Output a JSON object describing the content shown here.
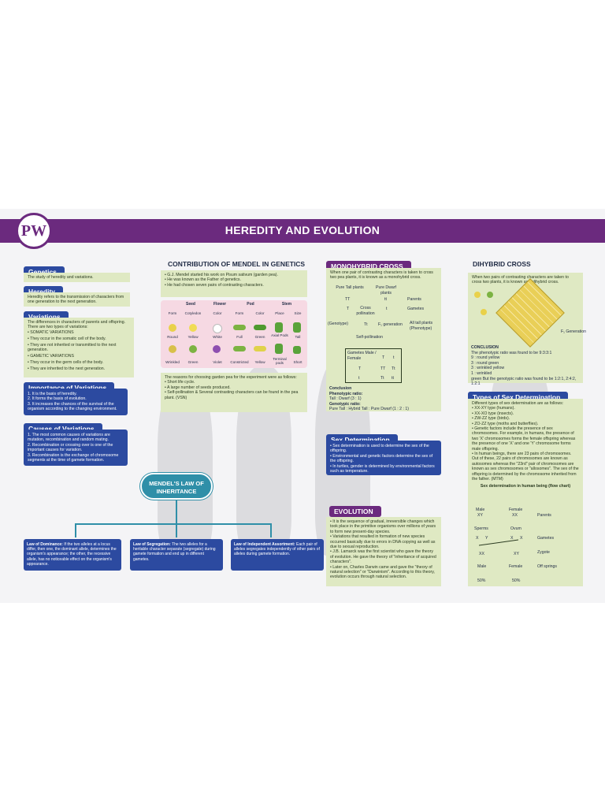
{
  "header": {
    "title": "HEREDITY AND EVOLUTION",
    "logo": "PW"
  },
  "genetics": {
    "label": "Genetics",
    "text": "The study of heredity and variations."
  },
  "heredity": {
    "label": "Heredity",
    "text": "Heredity refers to the transmission of characters from one generation to the next generation."
  },
  "variations": {
    "label": "Variations",
    "text": "The differences in characters of parents and offspring. There are two types of variations:",
    "items": [
      "• SOMATIC VARIATIONS",
      "• They occur in the somatic cell of the body.",
      "• They are not inherited or transmitted to the next generation.",
      "• GAMETIC VARIATIONS",
      "• They occur in the germ cells of the body.",
      "• They are inherited to the next generation."
    ]
  },
  "importance": {
    "label": "Importance of Variations",
    "items": [
      "1. It is the basis of heredity.",
      "2. It forms the basis of evolution.",
      "3. It increases the chances of the survival of the organism according to the changing environment."
    ]
  },
  "causes": {
    "label": "Causes of Variations",
    "items": [
      "1. The most common causes of variations are mutation, recombination and random mating.",
      "2. Recombination or crossing over is one of the important causes for variation.",
      "3. Recombination is the exchange of chromosome segments at the time of gamete formation."
    ]
  },
  "contribution": {
    "title": "CONTRIBUTION OF MENDEL IN GENETICS",
    "items": [
      "• G.J. Mendel started his work on Pisum sativum (garden pea).",
      "• He was known as the Father of genetics.",
      "• He had chosen seven pairs of contrasting characters."
    ]
  },
  "table": {
    "heads": [
      "Seed",
      "Flower",
      "Pod",
      "Stem"
    ],
    "sub": [
      "Form",
      "Cotyledon",
      "Color",
      "Form",
      "Color",
      "Place",
      "Size"
    ],
    "row1": [
      "Round",
      "Yellow",
      "White",
      "Full",
      "Green",
      "Axial Pods",
      "Tall"
    ],
    "row2": [
      "Wrinkled",
      "Green",
      "Violet",
      "Constricted",
      "Yellow",
      "Terminal pods",
      "Short"
    ]
  },
  "reasons": {
    "intro": "The reasons for choosing garden pea for the experiment were as follows:",
    "items": [
      "• Short life cycle.",
      "• A large number of seeds produced.",
      "• Self-pollination & Several contrasting characters can be found in the pea plant. (VSN)"
    ]
  },
  "mendel_law": {
    "title": "MENDEL'S LAW OF INHERITANCE"
  },
  "laws": [
    {
      "title": "Law of Dominance:",
      "text": "If the two alleles at a locus differ, then one, the dominant allele, determines the organism's appearance; the other, the recessive allele, has no noticeable effect on the organism's appearance."
    },
    {
      "title": "Law of Segregation:",
      "text": "The two alleles for a heritable character separate (segregate) during gamete formation and end up in different gametes."
    },
    {
      "title": "Law of Independent Assortment:",
      "text": "Each pair of alleles segregates independently of other pairs of alleles during gamete formation."
    }
  ],
  "monohybrid": {
    "label": "MONOHYBRID CROSS",
    "intro": "When one pair of contrasting characters is taken to cross two pea plants, it is known as a monohybrid cross.",
    "pure_tall": "Pure Tall plants",
    "pure_dwarf": "Pure Dwarf plants",
    "tt1": "TT",
    "tt2": "tt",
    "parents": "Parents",
    "t1": "T",
    "t2": "t",
    "gametes": "Gametes",
    "cross": "Cross pollination",
    "genotype": "(Genotype)",
    "tt": "Tt",
    "f1": "F₁ generation",
    "f1note": "All tall plants (Phenotype)",
    "self": "Self-pollination",
    "grid_head": "Gametes Male / Female",
    "g1": "T",
    "g2": "t",
    "c1": "TT",
    "c2": "Tt",
    "c3": "Tt",
    "c4": "tt",
    "conclusion": "Conclusion",
    "pheno": "Phenotypic ratio:",
    "pheno_v": "Tall : Dwarf (3 : 1)",
    "geno": "Genotypic ratio:",
    "geno_v": "Pure Tall : Hybrid Tall : Pure Dwarf (1 : 2 : 1)"
  },
  "sexdet": {
    "label": "Sex Determination",
    "items": [
      "• Sex determination is used to determine the sex of the offspring.",
      "• Environmental and genetic factors determine the sex of the offspring.",
      "• In turtles, gender is determined by environmental factors such as temperature."
    ]
  },
  "evolution": {
    "label": "EVOLUTION",
    "items": [
      "• It is the sequence of gradual, irreversible changes which took place in the primitive organisms over millions of years to form new present-day species.",
      "• Variations that resulted in formation of new species occurred basically due to errors in DNA copying as well as due to sexual reproduction.",
      "• J.B. Lamarck was the first scientist who gave the theory of evolution. He gave the theory of \"inheritance of acquired characters\".",
      "• Later on, Charles Darwin came and gave the \"theory of natural selection\" or \"Darwinism\". According to this theory, evolution occurs through natural selection."
    ]
  },
  "dihybrid": {
    "title": "DIHYBRID CROSS",
    "intro": "When two pairs of contrasting characters are taken to cross two plants, it is known as a dihybrid cross.",
    "f1": "F₁ Generation",
    "conclusion": "CONCLUSION",
    "lines": [
      "The phenotypic ratio was found to be 9:3:3:1",
      "9 : round yellow",
      "3 : round green",
      "3 : wrinkled yellow",
      "1 : wrinkled",
      "green But the genotypic ratio was found to be 1:2:1, 2:4:2, 1:2:1"
    ]
  },
  "types": {
    "label": "Types of Sex Determination",
    "intro": "Different types of sex determination are as follows:",
    "items": [
      "• XX-XY type (humans).",
      "• XX-XO type (insects).",
      "• ZW-ZZ type (birds).",
      "• ZO-ZZ type (moths and butterflies).",
      "• Genetic factors include the presence of sex chromosomes. For example, in humans, the presence of two 'X' chromosomes forms the female offspring whereas the presence of one 'X' and one 'Y' chromosome forms male offspring.",
      "• In human beings, there are 23 pairs of chromosomes. Out of these, 22 pairs of chromosomes are known as autosomes whereas the \"23rd\" pair of chromosomes are known as sex chromosomes or \"allosomes\". The sex of the offspring is determined by the chromosome inherited from the father. (MTM)"
    ],
    "flow_title": "Sex determination in human being (flow chart)",
    "male": "Male",
    "female": "Female",
    "xy": "XY",
    "xx": "XX",
    "parents": "Parents",
    "sperms": "Sperms",
    "ovum": "Ovum",
    "gametes": "Gametes",
    "x1": "X",
    "y1": "Y",
    "x2": "X",
    "x3": "X",
    "zygote": "Zygote",
    "xx2": "XX",
    "xy2": "XY",
    "male2": "Male",
    "female2": "Female",
    "off": "Off springs",
    "p1": "50%",
    "p2": "50%"
  }
}
